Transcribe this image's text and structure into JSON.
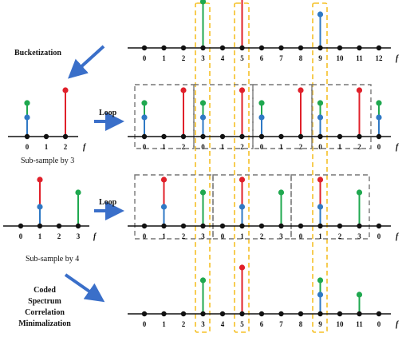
{
  "labels": {
    "bucketization": "Bucketization",
    "loop_1": "Loop",
    "loop_2": "Loop",
    "subsample_3": "Sub-sample by 3",
    "subsample_4": "Sub-sample by 4",
    "coded_line1": "Coded",
    "coded_line2": "Spectrum",
    "coded_line3": "Correlation",
    "coded_line4": "Minimalization",
    "axis_symbol": "f"
  },
  "colors": {
    "green": "#1fa84f",
    "red": "#e0202a",
    "blue": "#2f79c5",
    "highlight": "#f5c026",
    "arrow": "#3a6fc9",
    "dash_box": "#777777"
  },
  "rows": {
    "top": {
      "ticks": [
        "0",
        "1",
        "2",
        "3",
        "4",
        "5",
        "6",
        "7",
        "8",
        "9",
        "10",
        "11",
        "12"
      ],
      "stems": [
        {
          "bin": 3,
          "color": "green",
          "level": "tall"
        },
        {
          "bin": 5,
          "color": "red",
          "level": "top"
        },
        {
          "bin": 9,
          "color": "blue",
          "level": "mid"
        }
      ]
    },
    "sub3_small": {
      "ticks": [
        "0",
        "1",
        "2"
      ],
      "stems": [
        {
          "bin": 0,
          "color": "green",
          "level": "mid"
        },
        {
          "bin": 0,
          "color": "blue",
          "level": "low"
        },
        {
          "bin": 2,
          "color": "red",
          "level": "tall"
        }
      ]
    },
    "sub3_loop": {
      "ticks": [
        "0",
        "1",
        "2",
        "0",
        "1",
        "2",
        "0",
        "1",
        "2",
        "0",
        "1",
        "2",
        "0"
      ],
      "stems": [
        {
          "bin": 0,
          "color": "green",
          "level": "mid"
        },
        {
          "bin": 0,
          "color": "blue",
          "level": "low"
        },
        {
          "bin": 2,
          "color": "red",
          "level": "tall"
        },
        {
          "bin": 3,
          "color": "green",
          "level": "mid"
        },
        {
          "bin": 3,
          "color": "blue",
          "level": "low"
        },
        {
          "bin": 5,
          "color": "red",
          "level": "tall"
        },
        {
          "bin": 6,
          "color": "green",
          "level": "mid"
        },
        {
          "bin": 6,
          "color": "blue",
          "level": "low"
        },
        {
          "bin": 8,
          "color": "red",
          "level": "tall"
        },
        {
          "bin": 9,
          "color": "green",
          "level": "mid"
        },
        {
          "bin": 9,
          "color": "blue",
          "level": "low"
        },
        {
          "bin": 11,
          "color": "red",
          "level": "tall"
        },
        {
          "bin": 12,
          "color": "green",
          "level": "mid"
        },
        {
          "bin": 12,
          "color": "blue",
          "level": "low"
        }
      ]
    },
    "sub4_small": {
      "ticks": [
        "0",
        "1",
        "2",
        "3"
      ],
      "stems": [
        {
          "bin": 1,
          "color": "red",
          "level": "tall"
        },
        {
          "bin": 1,
          "color": "blue",
          "level": "low"
        },
        {
          "bin": 3,
          "color": "green",
          "level": "mid"
        }
      ]
    },
    "sub4_loop": {
      "ticks": [
        "0",
        "1",
        "2",
        "3",
        "0",
        "1",
        "2",
        "3",
        "0",
        "1",
        "2",
        "3",
        "0"
      ],
      "stems": [
        {
          "bin": 1,
          "color": "red",
          "level": "tall"
        },
        {
          "bin": 1,
          "color": "blue",
          "level": "low"
        },
        {
          "bin": 3,
          "color": "green",
          "level": "mid"
        },
        {
          "bin": 5,
          "color": "red",
          "level": "tall"
        },
        {
          "bin": 5,
          "color": "blue",
          "level": "low"
        },
        {
          "bin": 7,
          "color": "green",
          "level": "mid"
        },
        {
          "bin": 9,
          "color": "red",
          "level": "tall"
        },
        {
          "bin": 9,
          "color": "blue",
          "level": "low"
        },
        {
          "bin": 11,
          "color": "green",
          "level": "mid"
        }
      ]
    },
    "coded": {
      "ticks": [
        "0",
        "1",
        "2",
        "3",
        "4",
        "5",
        "6",
        "7",
        "8",
        "9",
        "10",
        "11",
        "0"
      ],
      "stems": [
        {
          "bin": 3,
          "color": "green",
          "level": "mid"
        },
        {
          "bin": 5,
          "color": "red",
          "level": "tall"
        },
        {
          "bin": 9,
          "color": "green",
          "level": "mid"
        },
        {
          "bin": 9,
          "color": "blue",
          "level": "low"
        },
        {
          "bin": 11,
          "color": "green",
          "level": "low"
        }
      ]
    }
  }
}
